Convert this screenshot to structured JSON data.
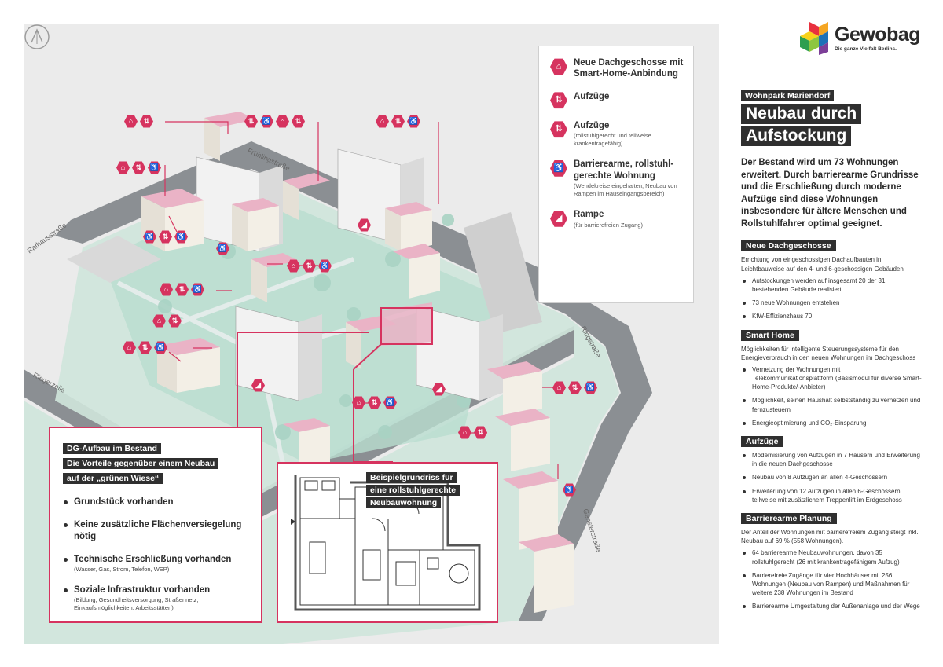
{
  "brand": {
    "name": "Gewobag",
    "tagline": "Die ganze Vielfalt Berlins.",
    "colors": [
      "#e8313e",
      "#f5a623",
      "#f7d21b",
      "#8dc63f",
      "#2e9e4f",
      "#1d70b7",
      "#7d3f98"
    ]
  },
  "accent_color": "#d6335f",
  "streets": {
    "fruehling": "Frühlingstraße",
    "rathaus": "Rathausstraße",
    "ring": "Ringstraße",
    "rieger": "Riegerzeile",
    "gensler": "Genslerstraße"
  },
  "legend": [
    {
      "icon": "roof-icon",
      "title": "Neue Dachgeschosse mit Smart-Home-Anbindung",
      "sub": ""
    },
    {
      "icon": "elevator-icon",
      "title": "Aufzüge",
      "sub": ""
    },
    {
      "icon": "elevator-accessible-icon",
      "title": "Aufzüge",
      "sub": "(rollstuhlgerecht und teilweise krankentragefähig)"
    },
    {
      "icon": "wheelchair-icon",
      "title": "Barrierearme, rollstuhl-gerechte Wohnung",
      "sub": "(Wendekreise eingehalten, Neubau von Rampen im Hauseingangsbereich)"
    },
    {
      "icon": "ramp-icon",
      "title": "Rampe",
      "sub": "(für barrierefreien Zugang)"
    }
  ],
  "header": {
    "kicker": "Wohnpark Mariendorf",
    "title_line1": "Neubau durch",
    "title_line2": "Aufstockung"
  },
  "intro": "Der Bestand wird um 73 Wohnungen erweitert. Durch barrierearme Grundrisse und die Erschließung durch moderne Aufzüge sind diese Wohnungen insbesondere für ältere Menschen und Rollstuhlfahrer optimal geeignet.",
  "sections": [
    {
      "heading": "Neue Dachgeschosse",
      "text": "Errichtung von eingeschossigen Dachaufbauten in Leichtbauweise auf den 4- und 6-geschossigen Gebäuden",
      "bullets": [
        "Aufstockungen werden auf insgesamt 20 der 31 bestehenden Gebäude realisiert",
        "73 neue Wohnungen entstehen",
        "KfW-Effizienzhaus 70"
      ]
    },
    {
      "heading": "Smart Home",
      "text": "Möglichkeiten für intelligente Steuerungssysteme für den Energieverbrauch in den neuen Wohnungen im Dachgeschoss",
      "bullets": [
        "Vernetzung der Wohnungen mit Telekommunikationsplattform (Basismodul für diverse Smart-Home-Produkte/-Anbieter)",
        "Möglichkeit, seinen Haushalt selbstständig zu vernetzen und fernzusteuern",
        "Energieoptimierung und CO₂-Einsparung"
      ]
    },
    {
      "heading": "Aufzüge",
      "text": "",
      "bullets": [
        "Modernisierung von Aufzügen in 7 Häusern und Erweiterung in die neuen Dachgeschosse",
        "Neubau von 8 Aufzügen an allen 4-Geschossern",
        "Erweiterung von 12 Aufzügen in allen 6-Geschossern, teilweise mit zusätzlichem Treppenlift im Erdgeschoss"
      ]
    },
    {
      "heading": "Barrierearme Planung",
      "text": "Der Anteil der Wohnungen mit barrierefreiem Zugang steigt inkl. Neubau auf 69 % (558 Wohnungen).",
      "bullets": [
        "64 barrierearme Neubauwohnungen, davon 35 rollstuhlgerecht (26 mit krankentragefähigem Aufzug)",
        "Barrierefreie Zugänge für vier Hochhäuser mit 256 Wohnungen (Neubau von Rampen) und Maßnahmen für weitere 238 Wohnungen im Bestand",
        "Barrierearme Umgestaltung der Außenanlage und der Wege"
      ]
    }
  ],
  "dg_box": {
    "h1": "DG-Aufbau im Bestand",
    "h2": "Die Vorteile gegenüber einem Neubau",
    "h3": "auf der „grünen Wiese“",
    "items": [
      {
        "title": "Grundstück vorhanden",
        "sub": ""
      },
      {
        "title": "Keine zusätzliche Flächenversiegelung nötig",
        "sub": ""
      },
      {
        "title": "Technische Erschließung vorhanden",
        "sub": "(Wasser, Gas, Strom, Telefon, WEP)"
      },
      {
        "title": "Soziale Infrastruktur vorhanden",
        "sub": "(Bildung, Gesundheitsversorgung, Straßennetz, Einkaufsmöglichkeiten, Arbeitsstätten)"
      }
    ]
  },
  "floorplan": {
    "l1": "Beispielgrundriss für",
    "l2": "eine rollstuhlgerechte",
    "l3": "Neubauwohnung"
  }
}
